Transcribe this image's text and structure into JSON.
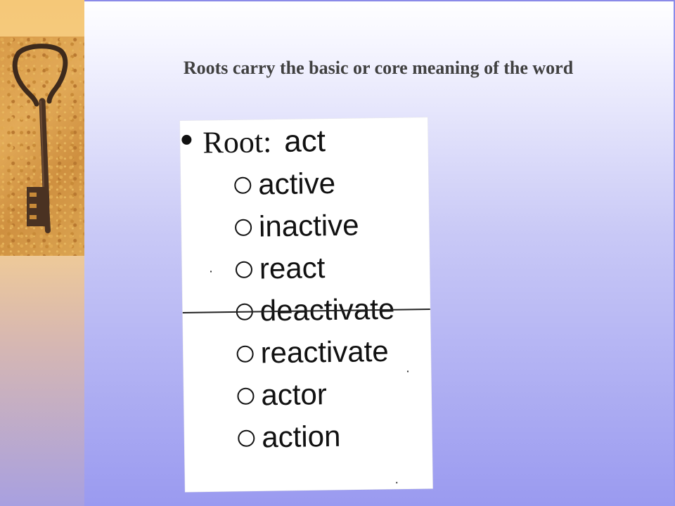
{
  "slide": {
    "title": "Roots carry the basic or core meaning of the word"
  },
  "scan": {
    "root_label": "Root:",
    "root_value": "act",
    "words": [
      "active",
      "inactive",
      "react",
      "deactivate",
      "reactivate",
      "actor",
      "action"
    ]
  },
  "colors": {
    "title_text": "#404040",
    "left_band_top": "#f5c878",
    "background_bottom": "#9a9af0"
  },
  "icons": {
    "photo": "key-icon",
    "bullet": "bullet-dot-icon",
    "sub_bullet": "circle-icon"
  }
}
